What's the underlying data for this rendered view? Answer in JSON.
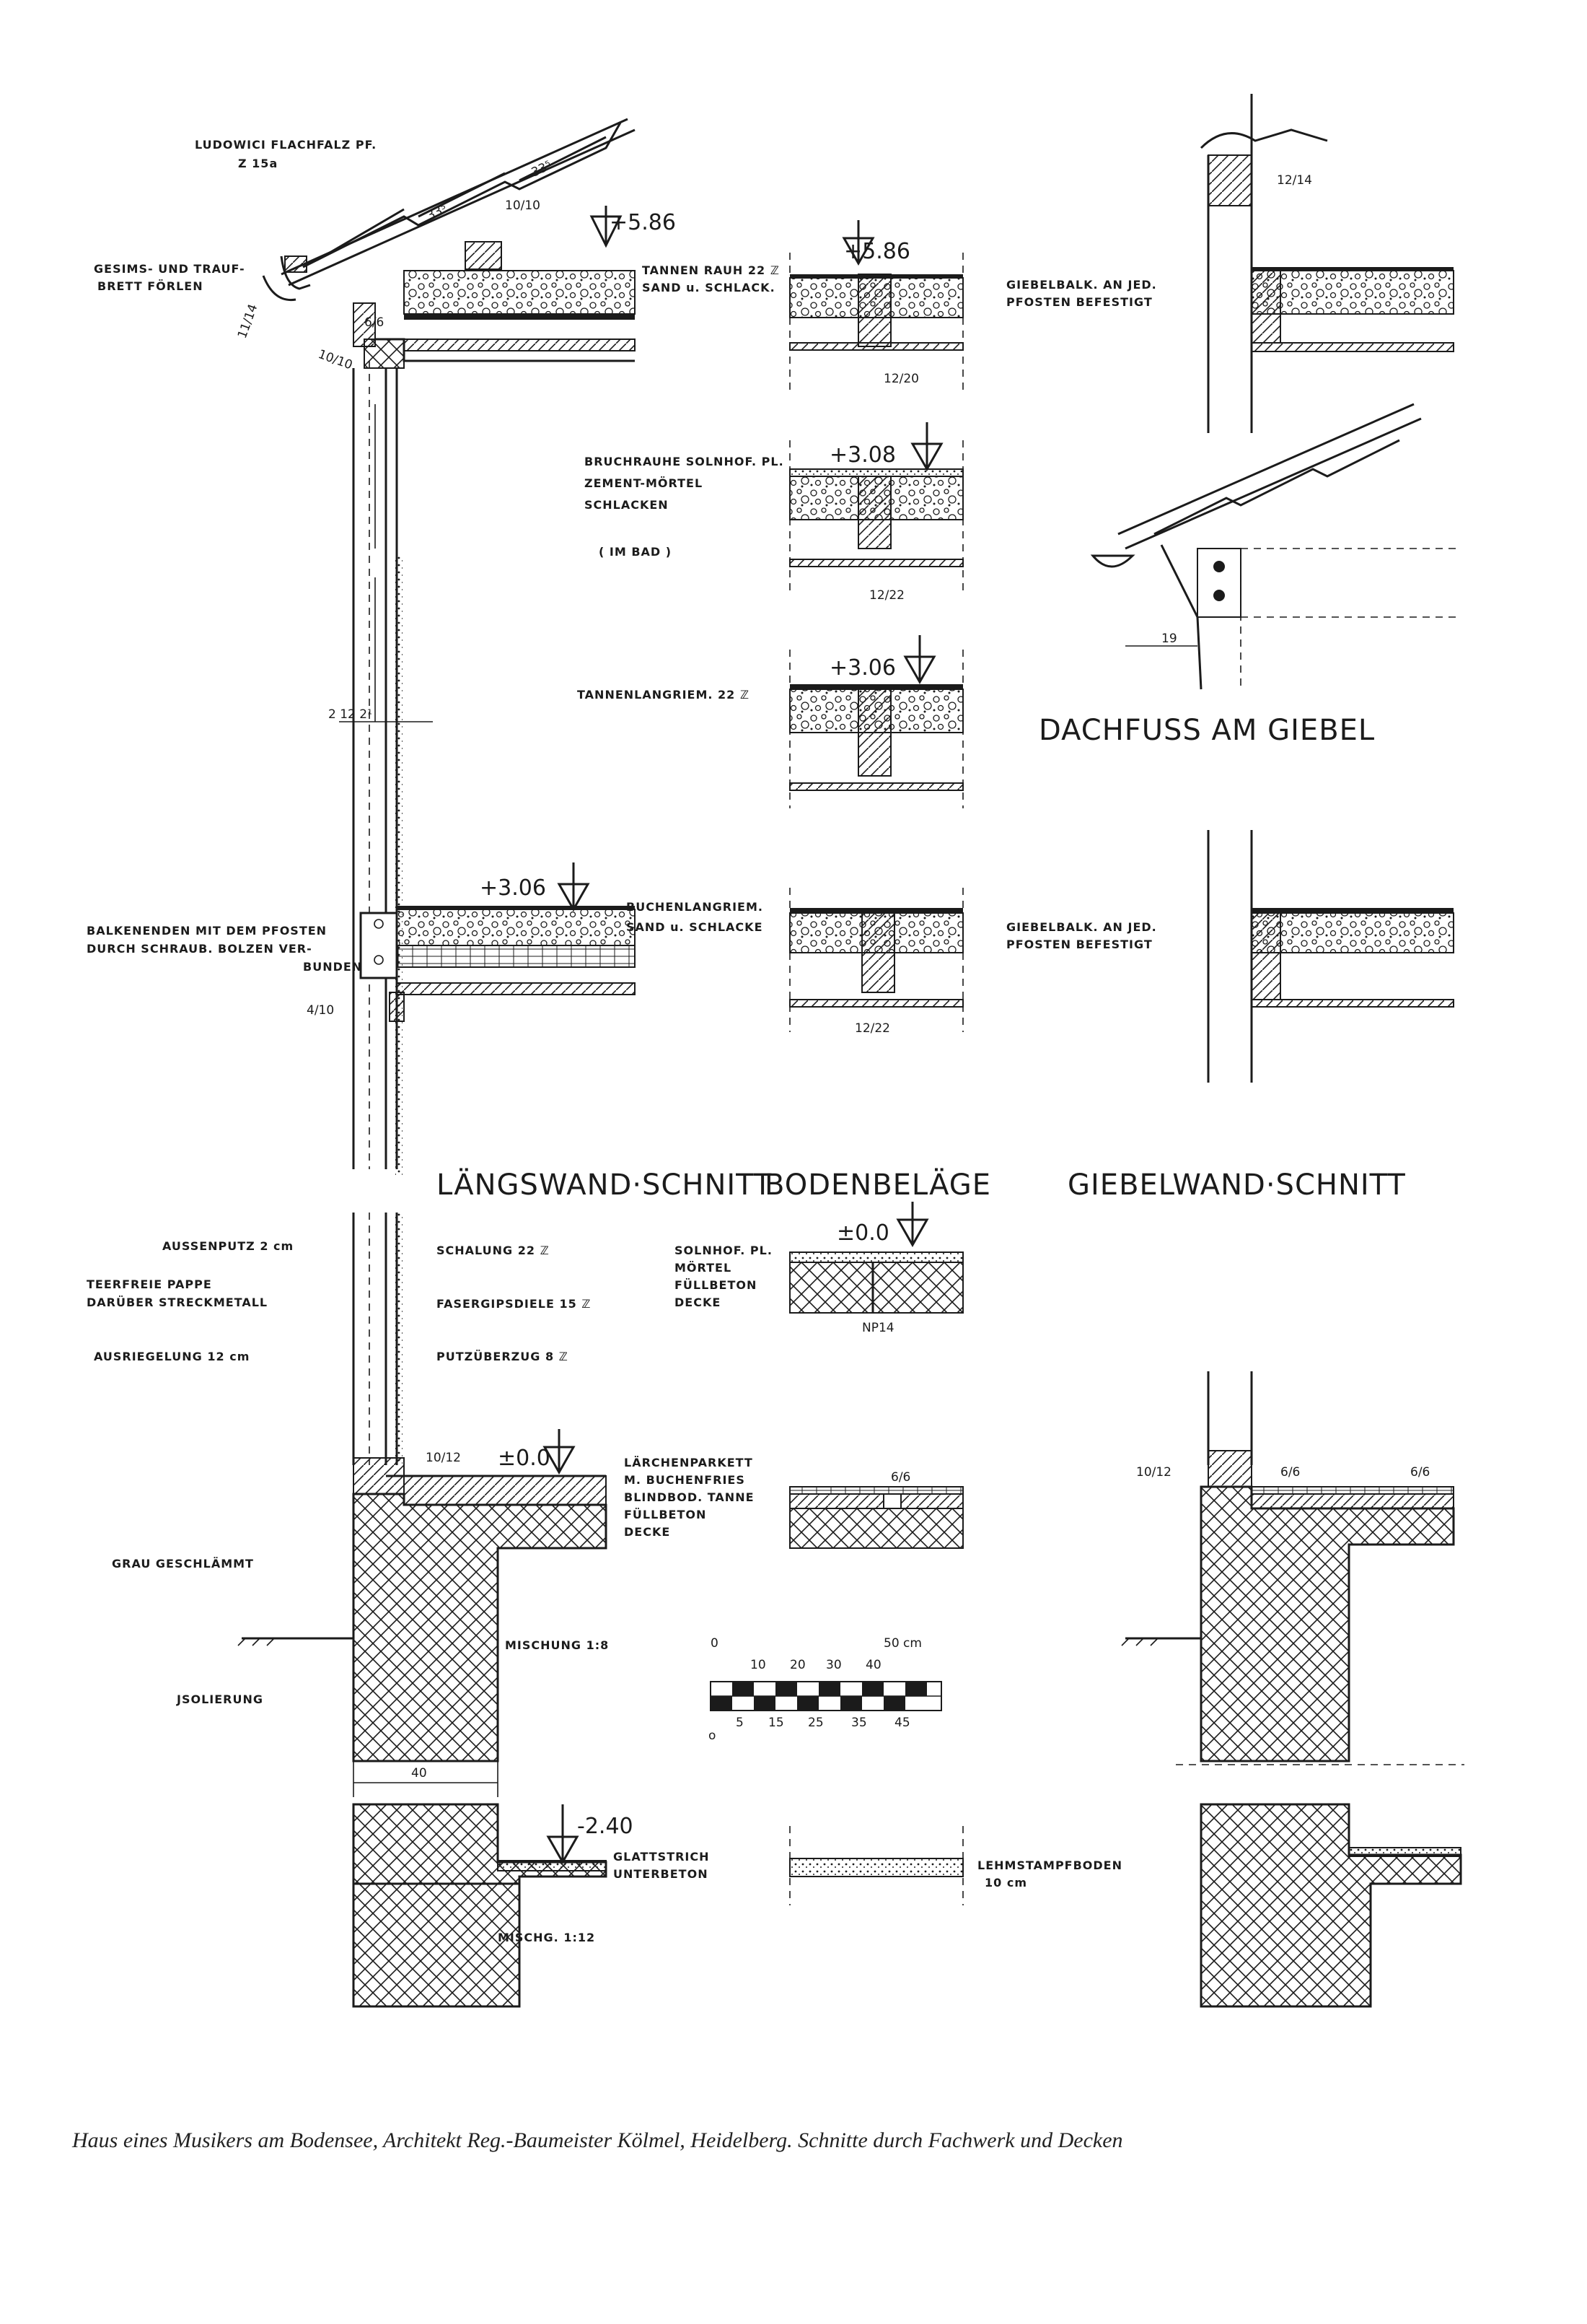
{
  "labels": {
    "roof_tile": "LUDOWICI FLACHFALZ PF.",
    "roof_tile_no": "Z 15a",
    "eaves_board": "GESIMS- UND TRAUF-",
    "eaves_board_2": "BRETT FÖRLEN",
    "tile_dim_1": "33⁵",
    "tile_dim_2": "33⁵",
    "timber_10_10": "10/10",
    "timber_6_6": "6/6",
    "timber_10_10b": "10/10",
    "eave_dim": "11/14",
    "upper_floor": "TANNEN RAUH 22 ℤ",
    "upper_floor_2": "SAND u. SCHLACK.",
    "bath_floor_1": "BRUCHRAUHE SOLNHOF. PL.",
    "bath_floor_2": "ZEMENT-MÖRTEL",
    "bath_floor_3": "SCHLACKEN",
    "bath_floor_4": "( IM BAD )",
    "fir_strip": "TANNENLANGRIEM. 22 ℤ",
    "beech_strip": "BUCHENLANGRIEM.",
    "beech_strip_2": "SAND u. SCHLACKE",
    "beam_ends_1": "BALKENENDEN MIT DEM PFOSTEN",
    "beam_ends_2": "DURCH SCHRAUB. BOLZEN VER-",
    "beam_ends_3": "BUNDEN",
    "beam_4_10": "4/10",
    "wall_dims": "2  12  2¹",
    "gable_beam_1": "GIEBELBALK. AN JED.",
    "gable_beam_2": "PFOSTEN BEFESTIGT",
    "gable_beam_3": "GIEBELBALK. AN JED.",
    "gable_beam_4": "PFOSTEN BEFESTIGT",
    "gable_12_14": "12/14",
    "section_12_20": "12/20",
    "section_12_22a": "12/22",
    "section_12_22b": "12/22",
    "dachfuss_dim": "19",
    "outer_plaster": "AUSSENPUTZ 2 cm",
    "tar_paper_1": "TEERFREIE PAPPE",
    "tar_paper_2": "DARÜBER STRECKMETALL",
    "infill": "AUSRIEGELUNG 12 cm",
    "sheathing": "SCHALUNG 22 ℤ",
    "gypsum_board": "FASERGIPSDIELE 15 ℤ",
    "plaster_coat": "PUTZÜBERZUG 8 ℤ",
    "ground_floor_1": "SOLNHOF. PL.",
    "ground_floor_2": "MÖRTEL",
    "ground_floor_3": "FÜLLBETON",
    "ground_floor_4": "DECKE",
    "np14": "NP14",
    "larch_1": "LÄRCHENPARKETT",
    "larch_2": "M. BUCHENFRIES",
    "larch_3": "BLINDBOD. TANNE",
    "larch_4": "FÜLLBETON",
    "larch_5": "DECKE",
    "sill_10_12": "10/12",
    "sill_10_12b": "10/12",
    "sleeper_6_6": "6/6",
    "sleeper_6_6b": "6/6",
    "sleeper_6_6c": "6/6",
    "grey_wash": "GRAU GESCHLÄMMT",
    "mix_1_8": "MISCHUNG 1:8",
    "insulation": "JSOLIERUNG",
    "found_40": "40",
    "screed_1": "GLATTSTRICH",
    "screed_2": "UNTERBETON",
    "mix_1_12": "MISCHG. 1:12",
    "clay_floor_1": "LEHMSTAMPFBODEN",
    "clay_floor_2": "10 cm",
    "scale_0": "0",
    "scale_50": "50 cm",
    "scale_top": [
      "10",
      "20",
      "30",
      "40"
    ],
    "scale_bottom": [
      "5",
      "15",
      "25",
      "35",
      "45"
    ],
    "scale_o": "o"
  },
  "levels": {
    "l586a": "+5.86",
    "l586b": "+5.86",
    "l308": "+3.08",
    "l306a": "+3.06",
    "l306b": "+3.06",
    "l000a": "±0.0",
    "l000b": "±0.0",
    "l240": "-2.40"
  },
  "titles": {
    "laengswand": "LÄNGSWAND·SCHNITT",
    "bodenbelaege": "BODENBELÄGE",
    "giebelwand": "GIEBELWAND·SCHNITT",
    "dachfuss": "DACHFUSS AM GIEBEL"
  },
  "caption": "Haus eines Musikers am Bodensee, Architekt Reg.-Baumeister Kölmel, Heidelberg. Schnitte durch Fachwerk und Decken"
}
